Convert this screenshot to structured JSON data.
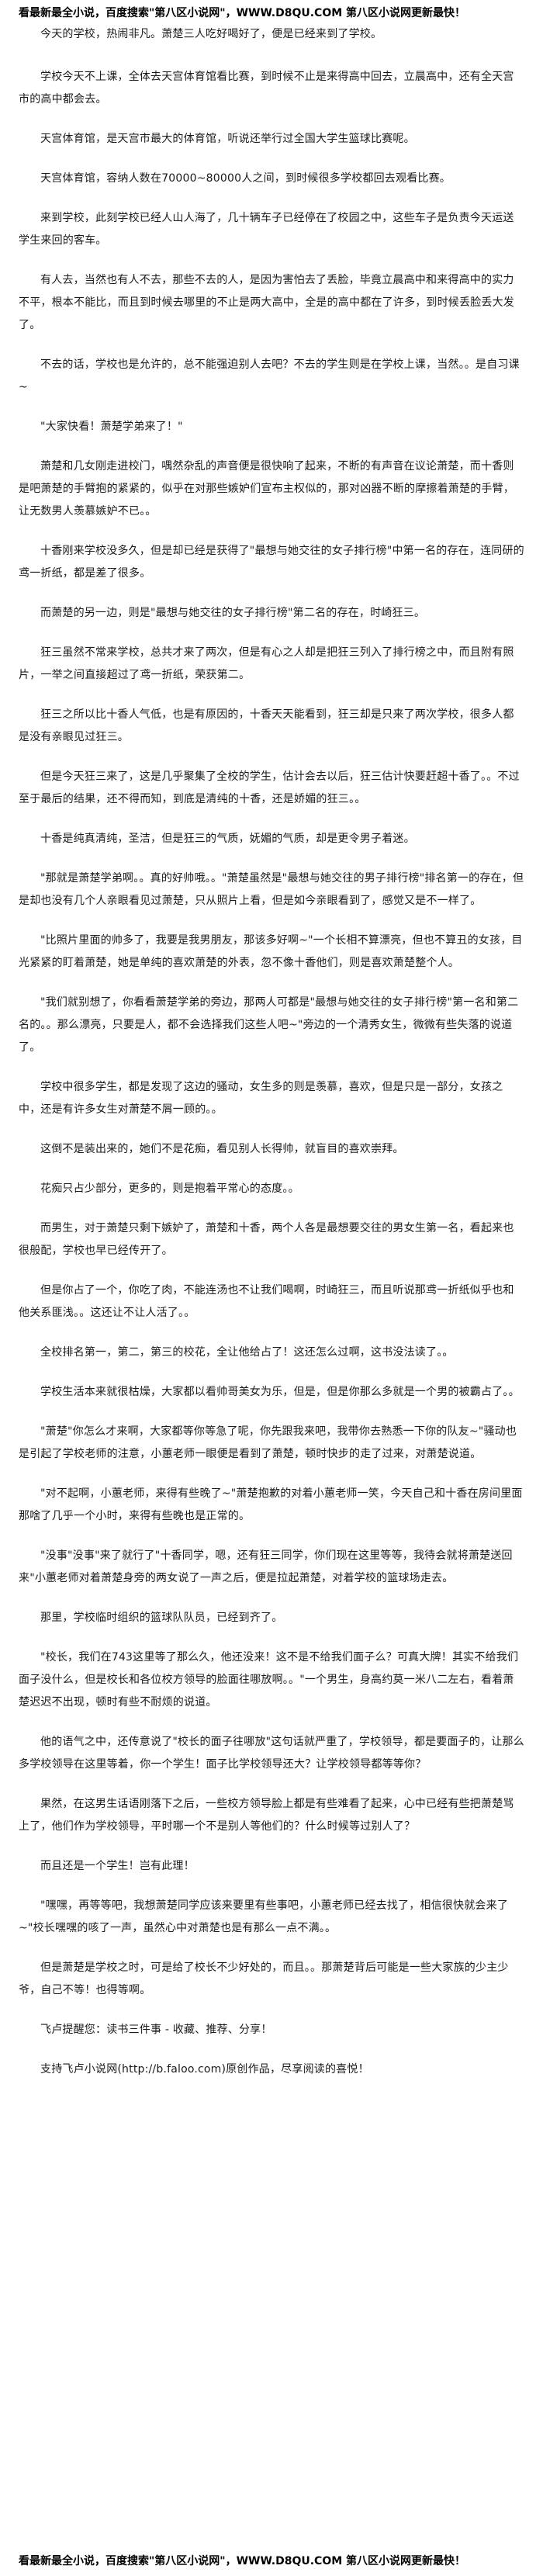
{
  "banner_top": "看最新最全小说，百度搜索\"第八区小说网\"，WWW.D8QU.COM 第八区小说网更新最快！",
  "banner_bottom": "看最新最全小说，百度搜索\"第八区小说网\"，WWW.D8QU.COM 第八区小说网更新最快！",
  "paragraphs": [
    "今天的学校，热闹非凡。萧楚三人吃好喝好了，便是已经来到了学校。",
    "学校今天不上课，全体去天宫体育馆看比赛，到时候不止是来得高中回去，立晨高中，还有全天宫市的高中都会去。",
    "天宫体育馆，是天宫市最大的体育馆，听说还举行过全国大学生篮球比赛呢。",
    "天宫体育馆，容纳人数在70000~80000人之间，到时候很多学校都回去观看比赛。",
    "来到学校，此刻学校已经人山人海了，几十辆车子已经停在了校园之中，这些车子是负责今天运送学生来回的客车。",
    "有人去，当然也有人不去，那些不去的人，是因为害怕去了丢脸，毕竟立晨高中和来得高中的实力不平，根本不能比，而且到时候去哪里的不止是两大高中，全是的高中都在了许多，到时候丢脸丢大发了。",
    "不去的话，学校也是允许的，总不能强迫别人去吧？不去的学生则是在学校上课，当然。。是自习课~",
    "\"大家快看！萧楚学弟来了！\"",
    "萧楚和几女刚走进校门，喁然杂乱的声音便是很快响了起来，不断的有声音在议论萧楚，而十香则是吧萧楚的手臂抱的紧紧的，似乎在对那些嫉妒们宣布主权似的，那对凶器不断的摩擦着萧楚的手臂，让无数男人羡慕嫉妒不已。。",
    "十香刚来学校没多久，但是却已经是获得了\"最想与她交往的女子排行榜\"中第一名的存在，连同研的鸢一折纸，都是差了很多。",
    "而萧楚的另一边，则是\"最想与她交往的女子排行榜\"第二名的存在，时崎狂三。",
    "狂三虽然不常来学校，总共才来了两次，但是有心之人却是把狂三列入了排行榜之中，而且附有照片，一举之间直接超过了鸢一折纸，荣获第二。",
    "狂三之所以比十香人气低，也是有原因的，十香天天能看到，狂三却是只来了两次学校，很多人都是没有亲眼见过狂三。",
    "但是今天狂三来了，这是几乎聚集了全校的学生，估计会去以后，狂三估计快要赶超十香了。。不过至于最后的结果，还不得而知，到底是清纯的十香，还是娇媚的狂三。。",
    "十香是纯真清纯，圣洁，但是狂三的气质，妩媚的气质，却是更令男子着迷。",
    "\"那就是萧楚学弟啊。。真的好帅哦。。\"萧楚虽然是\"最想与她交往的男子排行榜\"排名第一的存在，但是却也没有几个人亲眼看见过萧楚，只从照片上看，但是如今亲眼看到了，感觉又是不一样了。",
    "\"比照片里面的帅多了，我要是我男朋友，那该多好啊~\"一个长相不算漂亮，但也不算丑的女孩，目光紧紧的盯着萧楚，她是单纯的喜欢萧楚的外表，忽不像十香他们，则是喜欢萧楚整个人。",
    "\"我们就别想了，你看看萧楚学弟的旁边，那两人可都是\"最想与她交往的女子排行榜\"第一名和第二名的。。那么漂亮，只要是人，都不会选择我们这些人吧~\"旁边的一个清秀女生，微微有些失落的说道了。",
    "学校中很多学生，都是发现了这边的骚动，女生多的则是羡慕，喜欢，但是只是一部分，女孩之中，还是有许多女生对萧楚不屑一顾的。。",
    "这倒不是装出来的，她们不是花痴，看见别人长得帅，就盲目的喜欢崇拜。",
    "花痴只占少部分，更多的，则是抱着平常心的态度。。",
    "而男生，对于萧楚只剩下嫉妒了，萧楚和十香，两个人各是最想要交往的男女生第一名，看起来也很般配，学校也早已经传开了。",
    "但是你占了一个，你吃了肉，不能连汤也不让我们喝啊，时崎狂三，而且听说那鸢一折纸似乎也和他关系匪浅。。这还让不让人活了。。",
    "全校排名第一，第二，第三的校花，全让他给占了！这还怎么过啊，这书没法读了。。",
    "学校生活本来就很枯燥，大家都以看帅哥美女为乐，但是，但是你那么多就是一个男的被霸占了。。",
    "\"萧楚\"你怎么才来啊，大家都等你等急了呢，你先跟我来吧，我带你去熟悉一下你的队友~\"骚动也是引起了学校老师的注意，小蕙老师一眼便是看到了萧楚，顿时快步的走了过来，对萧楚说道。",
    "\"对不起啊，小蕙老师，来得有些晚了~\"萧楚抱歉的对着小蕙老师一笑，今天自己和十香在房间里面那啥了几乎一个小时，来得有些晚也是正常的。",
    "\"没事\"没事\"来了就行了\"十香同学，嗯，还有狂三同学，你们现在这里等等，我待会就将萧楚送回来\"小蕙老师对着萧楚身旁的两女说了一声之后，便是拉起萧楚，对着学校的篮球场走去。",
    "那里，学校临时组织的篮球队队员，已经到齐了。",
    "\"校长，我们在743这里等了那么久，他还没来！这不是不给我们面子么？可真大牌！其实不给我们面子没什么，但是校长和各位校方领导的脸面往哪放啊。。\"一个男生，身高约莫一米八二左右，看着萧楚迟迟不出现，顿时有些不耐烦的说道。",
    "他的语气之中，还传意说了\"校长的面子往哪放\"这句话就严重了，学校领导，都是要面子的，让那么多学校领导在这里等着，你一个学生！面子比学校领导还大？让学校领导都等等你？",
    "果然，在这男生话语刚落下之后，一些校方领导脸上都是有些难看了起来，心中已经有些把萧楚骂上了，他们作为学校领导，平时哪一个不是别人等他们的？什么时候等过别人了？",
    "而且还是一个学生！岂有此理！",
    "\"嘿嘿，再等等吧，我想萧楚同学应该来要里有些事吧，小蕙老师已经去找了，相信很快就会来了~\"校长嘿嘿的咳了一声，虽然心中对萧楚也是有那么一点不满。。",
    "但是萧楚是学校之时，可是给了校长不少好处的，而且。。那萧楚背后可能是一些大家族的少主少爷，自己不等！也得等啊。",
    "飞卢提醒您：读书三件事 - 收藏、推荐、分享！",
    "支持飞卢小说网(http://b.faloo.com)原创作品，尽享阅读的喜悦！"
  ]
}
